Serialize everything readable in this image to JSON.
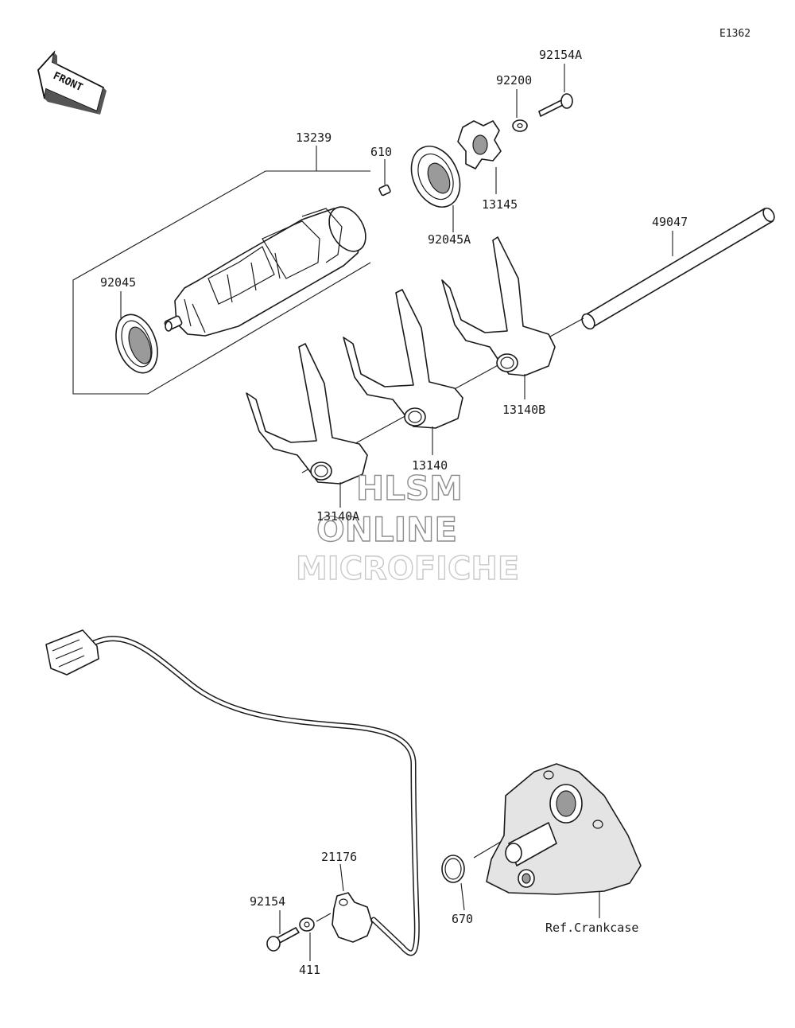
{
  "diagram_code": "E1362",
  "front_arrow": {
    "label": "FRONT",
    "icon": "front-direction-arrow-icon"
  },
  "parts": [
    {
      "id": "92154A"
    },
    {
      "id": "92200"
    },
    {
      "id": "13145"
    },
    {
      "id": "13239"
    },
    {
      "id": "610"
    },
    {
      "id": "92045A"
    },
    {
      "id": "49047"
    },
    {
      "id": "92045"
    },
    {
      "id": "13140B"
    },
    {
      "id": "13140"
    },
    {
      "id": "13140A"
    },
    {
      "id": "21176"
    },
    {
      "id": "92154"
    },
    {
      "id": "411"
    },
    {
      "id": "670"
    }
  ],
  "reference_label": "Ref.Crankcase",
  "watermark": {
    "line1": "HLSM",
    "line2": "ONLINE",
    "line3": "MICROFICHE"
  }
}
